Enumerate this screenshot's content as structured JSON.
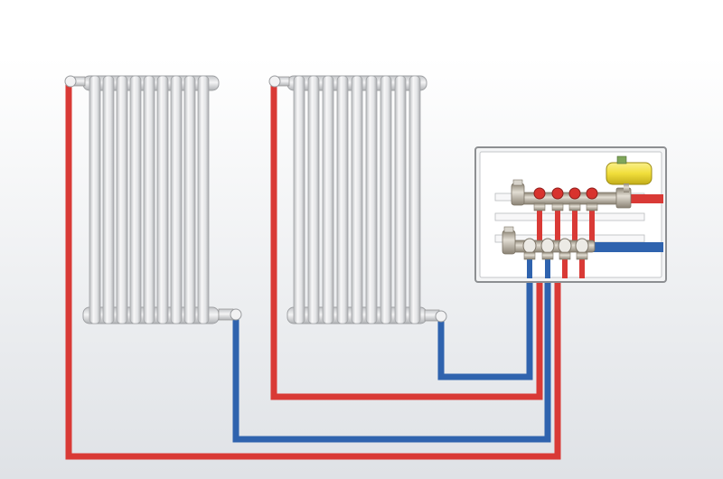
{
  "diagram": {
    "components": {
      "radiator_1": {
        "name": "radiator-1",
        "sections": 9
      },
      "radiator_2": {
        "name": "radiator-2",
        "sections": 9
      },
      "manifold_cabinet": {
        "name": "manifold-cabinet"
      },
      "supply_manifold": {
        "name": "supply-manifold",
        "outlets": 4
      },
      "return_manifold": {
        "name": "return-manifold",
        "outlets": 4
      },
      "expansion_tank": {
        "name": "expansion-tank"
      }
    },
    "pipes": {
      "supply": {
        "color": "#d93a36"
      },
      "return": {
        "color": "#2f63ae"
      }
    },
    "colors": {
      "background_top": "#ffffff",
      "background_bottom": "#dfe2e6",
      "radiator": "#e9eaec",
      "cabinet": "#ffffff",
      "tank": "#f1de3a",
      "valve_red": "#d8332e",
      "valve_blue": "#2f63ae",
      "brass": "#b9b1a3"
    }
  }
}
